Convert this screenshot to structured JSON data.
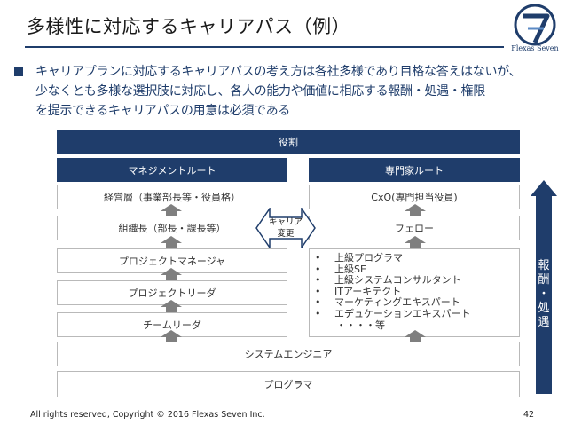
{
  "header": {
    "title": "多様性に対応するキャリアパス（例）",
    "logo_text": "Flexas Seven"
  },
  "intro": {
    "lines": [
      "キャリアプランに対応するキャリアパスの考え方は各社多様であり目格な答えはないが、",
      "少なくとも多様な選択肢に対応し、各人の能力や価値に相応する報酬・処遇・権限",
      "を提示できるキャリアパスの用意は必須である"
    ]
  },
  "diagram": {
    "role_header": "役割",
    "management": {
      "header": "マネジメントルート",
      "levels": [
        "経営層（事業部長等・役員格）",
        "組織長（部長・課長等）",
        "プロジェクトマネージャ",
        "プロジェクトリーダ",
        "チームリーダ"
      ]
    },
    "specialist": {
      "header": "専門家ルート",
      "top": "CxO(専門担当役員)",
      "fellow": "フェロー",
      "list": [
        "上級プログラマ",
        "上級SE",
        "上級システムコンサルタント",
        "ITアーキテクト",
        "マーケティングエキスパート",
        "エデュケーションエキスパート"
      ],
      "list_etc": "・・・・等",
      "bullet": "•"
    },
    "career_change": {
      "line1": "キャリア",
      "line2": "変更"
    },
    "base": {
      "system_engineer": "システムエンジニア",
      "programmer": "プログラマ"
    },
    "pay": {
      "chars": [
        "報",
        "酬",
        "・",
        "処",
        "遇"
      ]
    }
  },
  "footer": {
    "copyright": "All rights reserved, Copyright © 2016 Flexas Seven Inc.",
    "page_number": "42"
  },
  "colors": {
    "navy": "#1f3d6b",
    "arrow_gray": "#7f7f7f",
    "border": "#b9b9b9"
  }
}
